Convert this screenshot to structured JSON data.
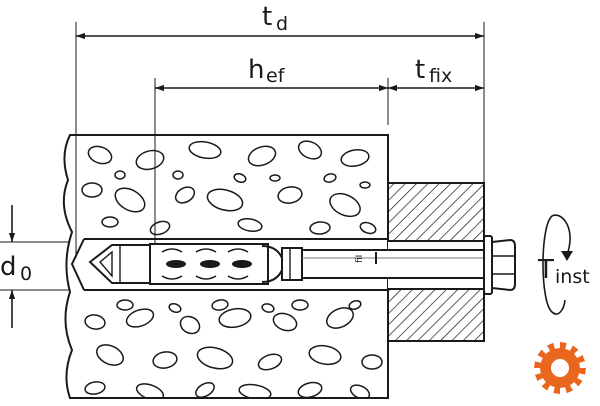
{
  "labels": {
    "td": {
      "main": "t",
      "sub": "d"
    },
    "hef": {
      "main": "h",
      "sub": "ef"
    },
    "tfix": {
      "main": "t",
      "sub": "fix"
    },
    "d0": {
      "main": "d",
      "sub": "0"
    },
    "tinst": {
      "main": "T",
      "sub": "inst"
    }
  },
  "anchor_stamp": "fiI",
  "colors": {
    "line": "#1a1a1a",
    "background": "#ffffff",
    "logo_orange": "#e8661d"
  },
  "icons": {
    "logo": "gear-logo-icon",
    "rotation": "rotation-arrow-icon"
  }
}
